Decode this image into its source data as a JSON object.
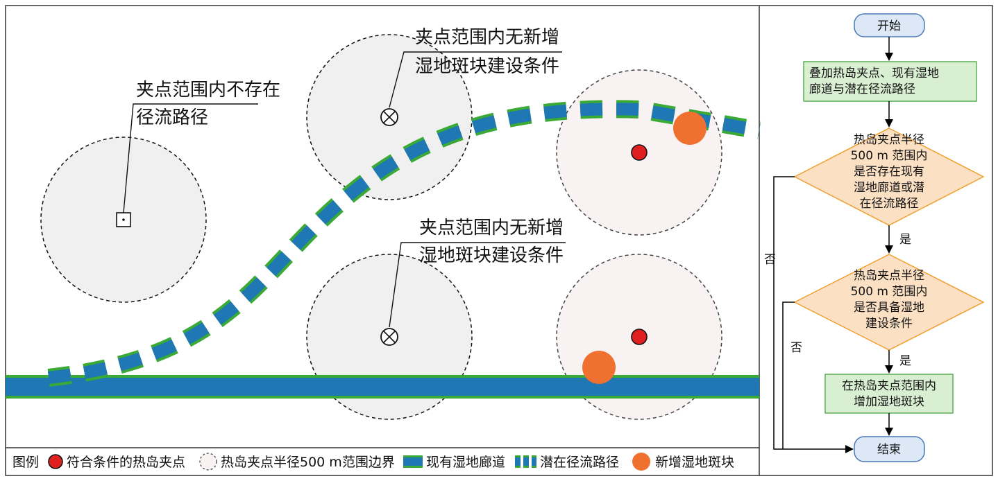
{
  "annotations": {
    "a1": {
      "line1": "夹点范围内不存在",
      "line2": "径流路径"
    },
    "a2": {
      "line1": "夹点范围内无新增",
      "line2": "湿地斑块建设条件"
    },
    "a3": {
      "line1": "夹点范围内无新增",
      "line2": "湿地斑块建设条件"
    }
  },
  "legend": {
    "title": "图例",
    "items": [
      {
        "label": "符合条件的热岛夹点",
        "symbol": "red-dot-icon"
      },
      {
        "label": "热岛夹点半径500 m范围边界",
        "symbol": "dashed-circle-icon"
      },
      {
        "label": "现有湿地廊道",
        "symbol": "solid-corridor-icon"
      },
      {
        "label": "潜在径流路径",
        "symbol": "dashed-corridor-icon"
      },
      {
        "label": "新增湿地斑块",
        "symbol": "orange-dot-icon"
      }
    ]
  },
  "flowchart": {
    "start": "开始",
    "step1": [
      "叠加热岛夹点、现有湿地",
      "廊道与潜在径流路径"
    ],
    "decision1": [
      "热岛夹点半径",
      "500 m 范围内",
      "是否存在现有",
      "湿地廊道或潜",
      "在径流路径"
    ],
    "decision2": [
      "热岛夹点半径",
      "500 m 范围内",
      "是否具备湿地",
      "建设条件"
    ],
    "step2": [
      "在热岛夹点范围内",
      "增加湿地斑块"
    ],
    "end": "结束",
    "yes": "是",
    "no": "否"
  },
  "colors": {
    "corridor_blue": "#1f77b4",
    "corridor_green": "#3aa935",
    "red_point": "#e02020",
    "orange_patch": "#f07030",
    "buffer_fill": "#f0f0f0",
    "buffer_fill_pink": "#f8f2f2",
    "start_end_fill": "#dce8f6",
    "process_fill": "#d9efd2",
    "decision_fill": "#fbe0c4"
  }
}
